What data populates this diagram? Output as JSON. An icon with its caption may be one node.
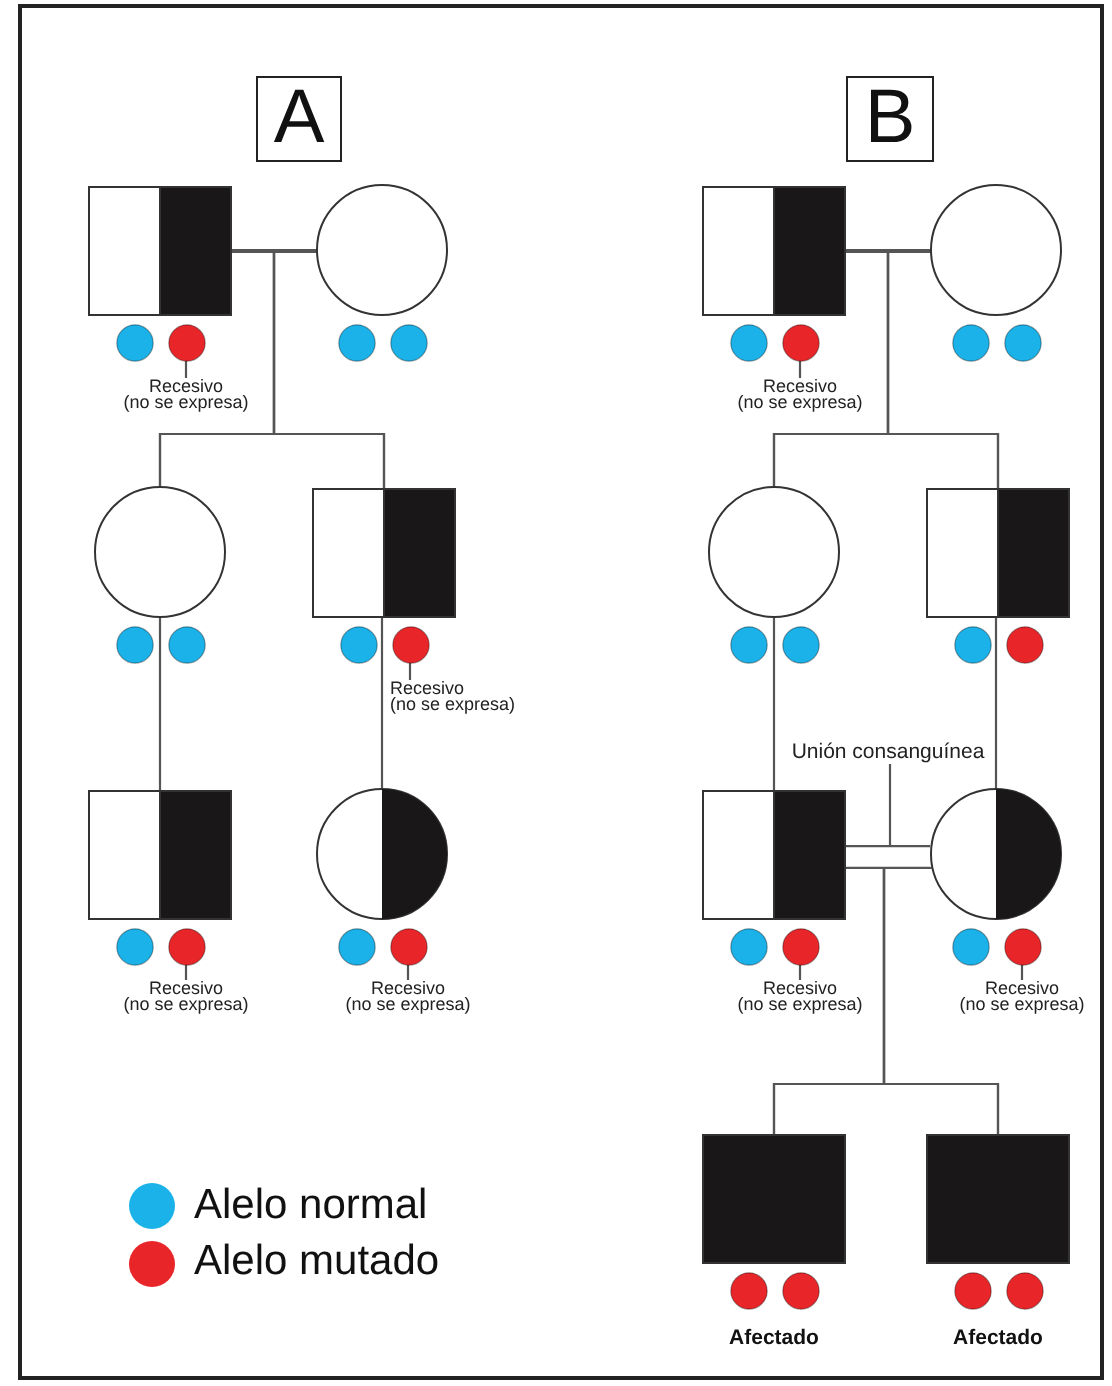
{
  "diagram": {
    "nodes": [
      {
        "text": [
          "A"
        ]
      },
      {
        "text": [
          "B"
        ]
      },
      {
        "text": [],
        "shape": "box"
      },
      {
        "text": [],
        "shape": "circle"
      },
      {
        "text": [],
        "shape": "circle"
      },
      {
        "text": [],
        "shape": "circle"
      },
      {
        "text": [],
        "shape": "circle"
      },
      {
        "text": [],
        "shape": "circle"
      },
      {
        "text": [
          "Recesivo",
          "(no se expresa)"
        ]
      },
      {
        "text": [],
        "shape": "circle"
      },
      {
        "text": [],
        "shape": "circle"
      },
      {
        "text": [],
        "shape": "circle"
      },
      {
        "text": [],
        "shape": "box"
      },
      {
        "text": [],
        "shape": "circle"
      },
      {
        "text": [],
        "shape": "circle"
      },
      {
        "text": [
          "Recesivo",
          "(no se expresa)"
        ]
      },
      {
        "text": [],
        "shape": "box"
      },
      {
        "text": [],
        "shape": "circle"
      },
      {
        "text": [],
        "shape": "circle"
      },
      {
        "text": [],
        "shape": "circle"
      },
      {
        "text": [],
        "shape": "circle"
      },
      {
        "text": [],
        "shape": "circle"
      },
      {
        "text": [
          "Recesivo",
          "(no se expresa)"
        ]
      },
      {
        "text": [
          "Recesivo",
          "(no se expresa)"
        ]
      },
      {
        "text": [],
        "shape": "box"
      },
      {
        "text": [],
        "shape": "circle"
      },
      {
        "text": [],
        "shape": "circle"
      },
      {
        "text": [],
        "shape": "circle"
      },
      {
        "text": [],
        "shape": "circle"
      },
      {
        "text": [],
        "shape": "circle"
      },
      {
        "text": [
          "Recesivo",
          "(no se expresa)"
        ]
      },
      {
        "text": [],
        "shape": "circle"
      },
      {
        "text": [],
        "shape": "circle"
      },
      {
        "text": [],
        "shape": "circle"
      },
      {
        "text": [],
        "shape": "box"
      },
      {
        "text": [],
        "shape": "circle"
      },
      {
        "text": [],
        "shape": "circle"
      },
      {
        "text": [
          "Unión consanguínea"
        ]
      },
      {
        "text": [],
        "shape": "box"
      },
      {
        "text": [],
        "shape": "circle"
      },
      {
        "text": [],
        "shape": "circle"
      },
      {
        "text": [],
        "shape": "circle"
      },
      {
        "text": [],
        "shape": "circle"
      },
      {
        "text": [],
        "shape": "circle"
      },
      {
        "text": [
          "Recesivo",
          "(no se expresa)"
        ]
      },
      {
        "text": [
          "Recesivo",
          "(no se expresa)"
        ]
      },
      {
        "text": [],
        "shape": "box"
      },
      {
        "text": [],
        "shape": "circle"
      },
      {
        "text": [],
        "shape": "circle"
      },
      {
        "text": [],
        "shape": "box"
      },
      {
        "text": [],
        "shape": "circle"
      },
      {
        "text": [],
        "shape": "circle"
      }
    ],
    "edges": [
      {
        "from": 2,
        "to": 5,
        "arrow": "none"
      },
      {
        "from": 2,
        "to": 9,
        "arrow": "none"
      },
      {
        "from": 2,
        "to": 12,
        "arrow": "none"
      },
      {
        "from": 5,
        "to": 9,
        "arrow": "none"
      },
      {
        "from": 5,
        "to": 12,
        "arrow": "none"
      },
      {
        "from": 9,
        "to": 16,
        "arrow": "none"
      },
      {
        "from": 12,
        "to": 19,
        "arrow": "none"
      },
      {
        "from": 8,
        "to": 4,
        "arrow": "none"
      },
      {
        "from": 15,
        "to": 14,
        "arrow": "none"
      },
      {
        "from": 22,
        "to": 18,
        "arrow": "none"
      },
      {
        "from": 23,
        "to": 21,
        "arrow": "none"
      },
      {
        "from": 24,
        "to": 27,
        "arrow": "none"
      },
      {
        "from": 24,
        "to": 31,
        "arrow": "none"
      },
      {
        "from": 24,
        "to": 34,
        "arrow": "none"
      },
      {
        "from": 27,
        "to": 31,
        "arrow": "none"
      },
      {
        "from": 27,
        "to": 34,
        "arrow": "none"
      },
      {
        "from": 31,
        "to": 38,
        "arrow": "none"
      },
      {
        "from": 34,
        "to": 41,
        "arrow": "none"
      },
      {
        "from": 38,
        "to": 41,
        "arrow": "none",
        "style": "thick"
      },
      {
        "from": 38,
        "to": 46,
        "arrow": "none"
      },
      {
        "from": 38,
        "to": 49,
        "arrow": "none"
      },
      {
        "from": 41,
        "to": 46,
        "arrow": "none"
      },
      {
        "from": 41,
        "to": 49,
        "arrow": "none"
      },
      {
        "from": 30,
        "to": 26,
        "arrow": "none"
      },
      {
        "from": 37,
        "to": null,
        "arrow": "none"
      },
      {
        "from": 44,
        "to": 40,
        "arrow": "none"
      },
      {
        "from": 45,
        "to": 43,
        "arrow": "none"
      }
    ],
    "labels": [
      "Afectado",
      "Afectado"
    ],
    "legend": [
      {
        "text": "Alelo normal",
        "color": "#1ab2e8"
      },
      {
        "text": "Alelo mutado",
        "color": "#e8262a"
      }
    ]
  }
}
